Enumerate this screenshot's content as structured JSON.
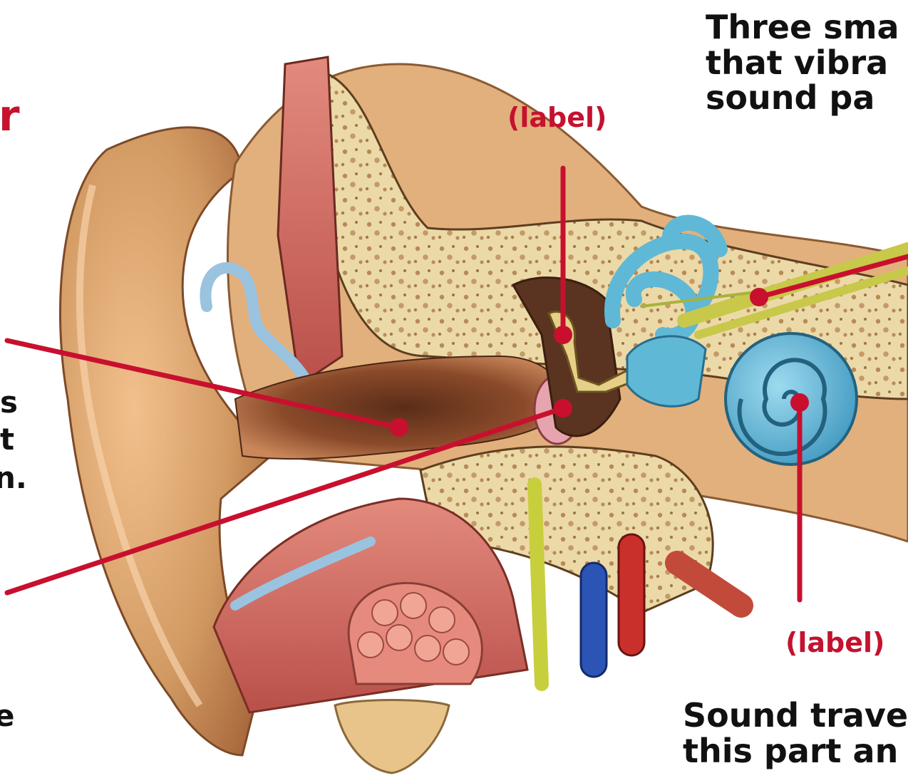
{
  "left_text": {
    "title_fragment": "r",
    "frag_s": "s",
    "frag_t": "t",
    "frag_n": "n.",
    "frag_e": "e"
  },
  "top_right_text": {
    "line1": "Three sma",
    "line2": "that vibra",
    "line3": "sound pa"
  },
  "labels": {
    "top_label": "(label)",
    "bottom_label": "(label)"
  },
  "bottom_right_text": {
    "line1": "Sound trave",
    "line2": "this part an"
  },
  "colors": {
    "pointer": "#c8102e",
    "skin": "#d9a36f",
    "bone": "#ead7a4",
    "cochlea": "#5fb8d6",
    "flesh": "#d97a6f"
  }
}
